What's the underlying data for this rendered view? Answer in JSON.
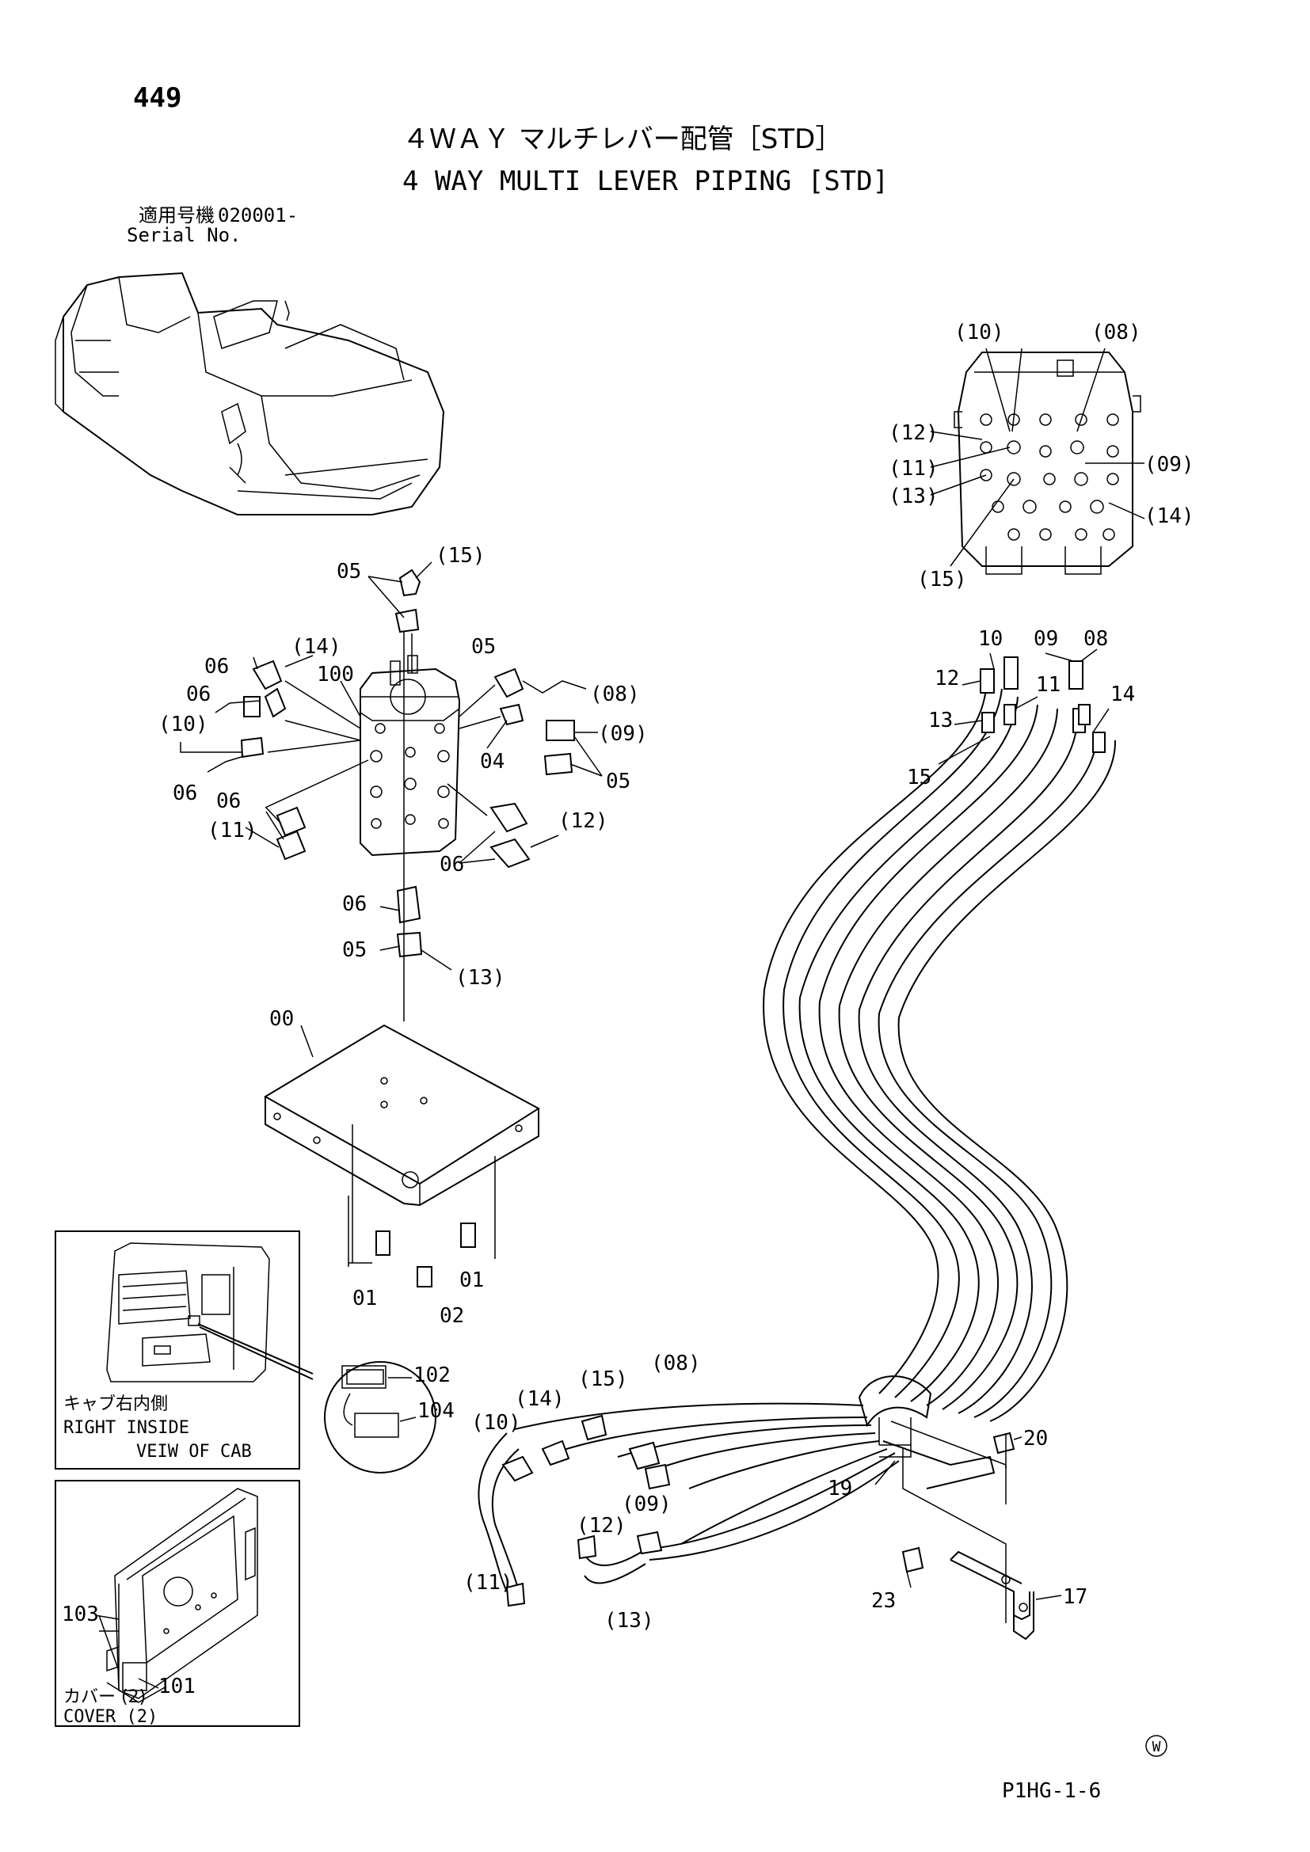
{
  "header": {
    "page_number": "449",
    "title_jp": "４ＷＡＹ マルチレバー配管［STD］",
    "title_en": "4 WAY MULTI LEVER PIPING [STD]",
    "serial_label_jp": "適用号機",
    "serial_value": "020001-",
    "serial_label_en": "Serial No."
  },
  "valve_detail": {
    "labels": [
      "(10)",
      "(08)",
      "(12)",
      "(11)",
      "(09)",
      "(13)",
      "(14)",
      "(15)"
    ]
  },
  "valve_assembly": {
    "labels": [
      "05",
      "(15)",
      "06",
      "(14)",
      "100",
      "05",
      "(08)",
      "06",
      "(10)",
      "04",
      "(09)",
      "05",
      "06",
      "06",
      "(11)",
      "(12)",
      "06",
      "06",
      "05",
      "(13)",
      "00",
      "01",
      "01",
      "02"
    ]
  },
  "hose_bundle": {
    "labels": [
      "10",
      "09",
      "08",
      "12",
      "11",
      "14",
      "13",
      "15",
      "20",
      "19",
      "17",
      "23",
      "(15)",
      "(08)",
      "(14)",
      "(10)",
      "(09)",
      "(12)",
      "(11)",
      "(13)"
    ]
  },
  "cab_inset": {
    "caption_jp": "キャブ右内側",
    "caption_en_1": "RIGHT  INSIDE",
    "caption_en_2": "VEIW  OF  CAB",
    "labels": [
      "102",
      "104"
    ]
  },
  "cover_inset": {
    "caption_jp": "カバー (2)",
    "caption_en": "COVER (2)",
    "labels": [
      "103",
      "101"
    ]
  },
  "footer": {
    "mark": "W",
    "drawing_code": "P1HG-1-6"
  }
}
